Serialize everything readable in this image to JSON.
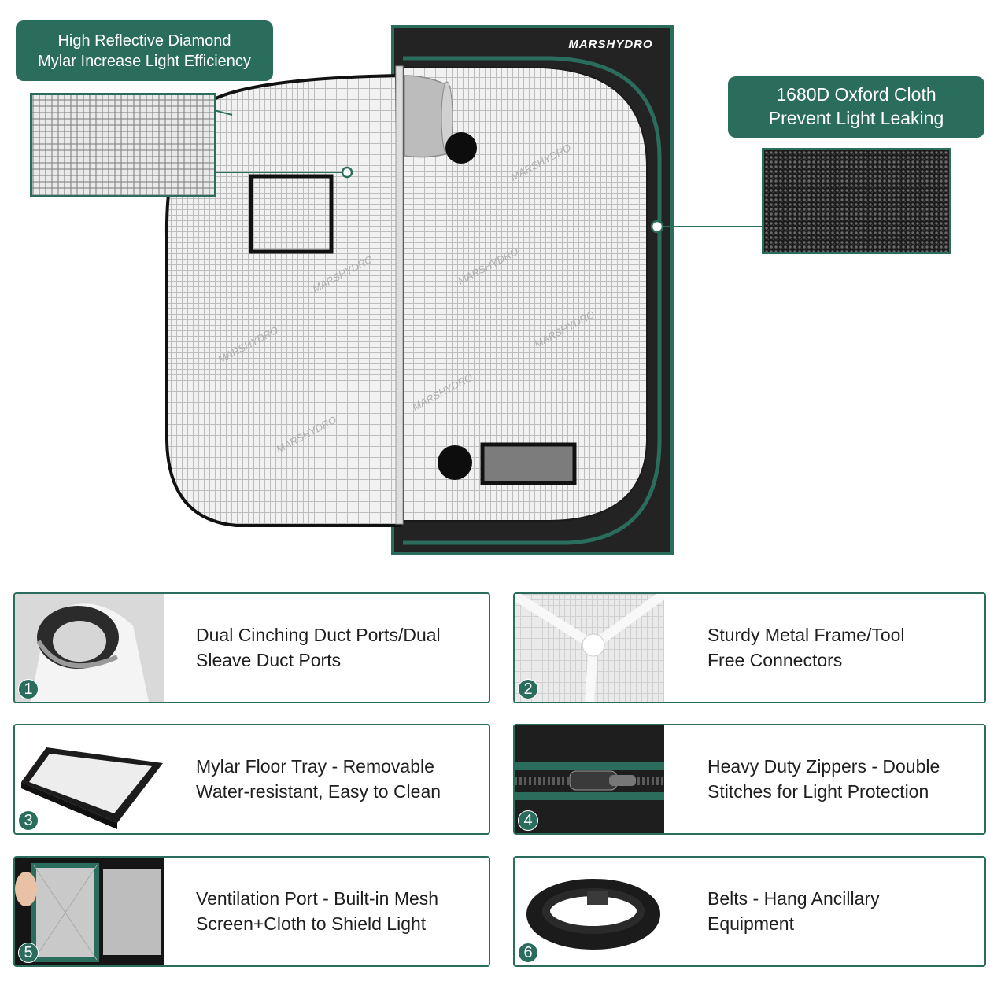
{
  "brand": {
    "logo": "MARSHYDRO",
    "watermark": "MARSHYDRO"
  },
  "colors": {
    "accent": "#2a6d5c",
    "tent_black": "#222222",
    "mylar_silver": "#e6e6e6"
  },
  "callouts": {
    "mylar": {
      "line1": "High Reflective Diamond",
      "line2": "Mylar Increase Light Efficiency"
    },
    "oxford": {
      "line1": "1680D Oxford Cloth",
      "line2": "Prevent Light Leaking"
    }
  },
  "features": [
    {
      "number": "1",
      "line1": "Dual Cinching Duct Ports/Dual",
      "line2": "Sleave Duct Ports",
      "image": "duct-port-photo"
    },
    {
      "number": "2",
      "line1": "Sturdy Metal Frame/Tool",
      "line2": "Free Connectors",
      "image": "frame-connector-photo"
    },
    {
      "number": "3",
      "line1": "Mylar Floor Tray - Removable",
      "line2": "Water-resistant, Easy to Clean",
      "image": "floor-tray-photo"
    },
    {
      "number": "4",
      "line1": "Heavy Duty Zippers - Double",
      "line2": "Stitches for Light Protection",
      "image": "zipper-photo"
    },
    {
      "number": "5",
      "line1": "Ventilation Port - Built-in Mesh",
      "line2": "Screen+Cloth to Shield Light",
      "image": "ventilation-port-photo"
    },
    {
      "number": "6",
      "line1": "Belts - Hang Ancillary",
      "line2": "Equipment",
      "image": "belt-strap-photo"
    }
  ]
}
